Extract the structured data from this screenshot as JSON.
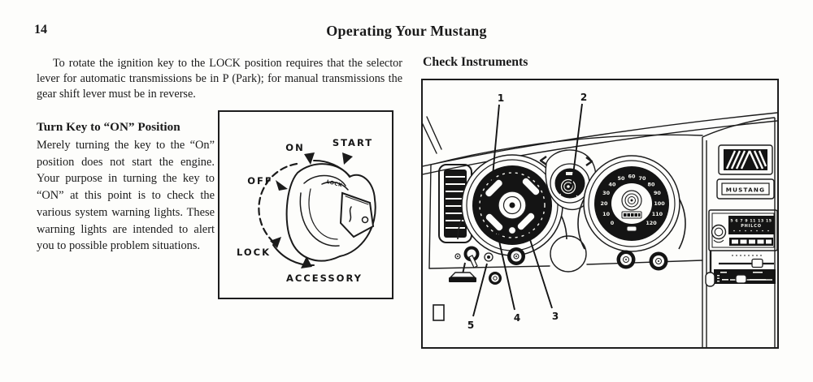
{
  "page": {
    "number": "14",
    "title": "Operating Your Mustang"
  },
  "left_column": {
    "intro_paragraph": "To rotate the ignition key to the LOCK position requires that the selector lever for automatic transmissions be in P (Park); for manual transmissions the gear shift lever must be in reverse.",
    "section_heading": "Turn Key to “ON” Position",
    "section_body": "Merely turning the key to the “On” position does not start the engine. Your purpose in turning the key to “ON” at this point is to check the various system warning lights. These warning lights are intended to alert you to possible problem situations."
  },
  "ignition_diagram": {
    "on": "ON",
    "start": "START",
    "off": "OFF",
    "lock": "LOCK",
    "accessory": "ACCESSORY",
    "bezel_label": "LOCK"
  },
  "instruments": {
    "heading": "Check Instruments",
    "callouts": [
      "1",
      "2",
      "3",
      "4",
      "5"
    ],
    "speedometer_ticks": [
      "0",
      "10",
      "20",
      "30",
      "40",
      "50",
      "60",
      "70",
      "80",
      "90",
      "100",
      "110",
      "120"
    ],
    "nameplate": "MUSTANG",
    "radio": {
      "dial_numbers": "5 6 7 9 11 13 15",
      "brand": "PHILCO"
    }
  },
  "colors": {
    "paper": "#fdfdfb",
    "ink": "#1a1a1a"
  }
}
